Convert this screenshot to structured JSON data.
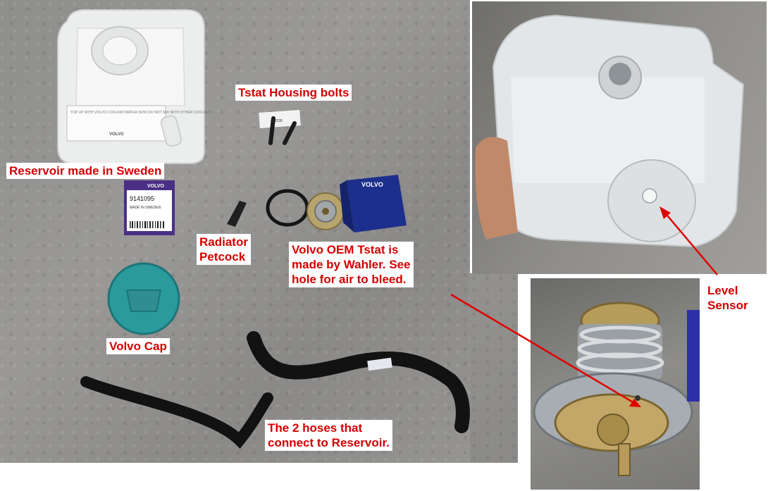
{
  "labels": {
    "tstat_bolts": "Tstat Housing bolts",
    "reservoir": "Reservoir made in Sweden",
    "petcock_line1": "Radiator",
    "petcock_line2": "Petcock",
    "oem_tstat_line1": "Volvo OEM Tstat is",
    "oem_tstat_line2": "made by Wahler. See",
    "oem_tstat_line3": "hole for air to bleed.",
    "volvo_cap": "Volvo Cap",
    "hoses_line1": "The 2 hoses that",
    "hoses_line2": "connect  to Reservoir.",
    "level_line1": "Level",
    "level_line2": "Sensor"
  },
  "parts": {
    "part_number": "9141095",
    "made_in": "MADE IN SWEDEN",
    "brand": "VOLVO",
    "reservoir_warning": "TOP UP WITH VOLVO COOLANT/WATER 50/50 DO NOT MIX WITH OTHER COOLANTS",
    "bolt_tag": "468228"
  },
  "colors": {
    "label_text": "#d40000",
    "label_bg": "#ffffff",
    "arrow": "#e00000",
    "volvo_blue": "#1d2f8c",
    "cap_teal": "#2a9a9c"
  }
}
